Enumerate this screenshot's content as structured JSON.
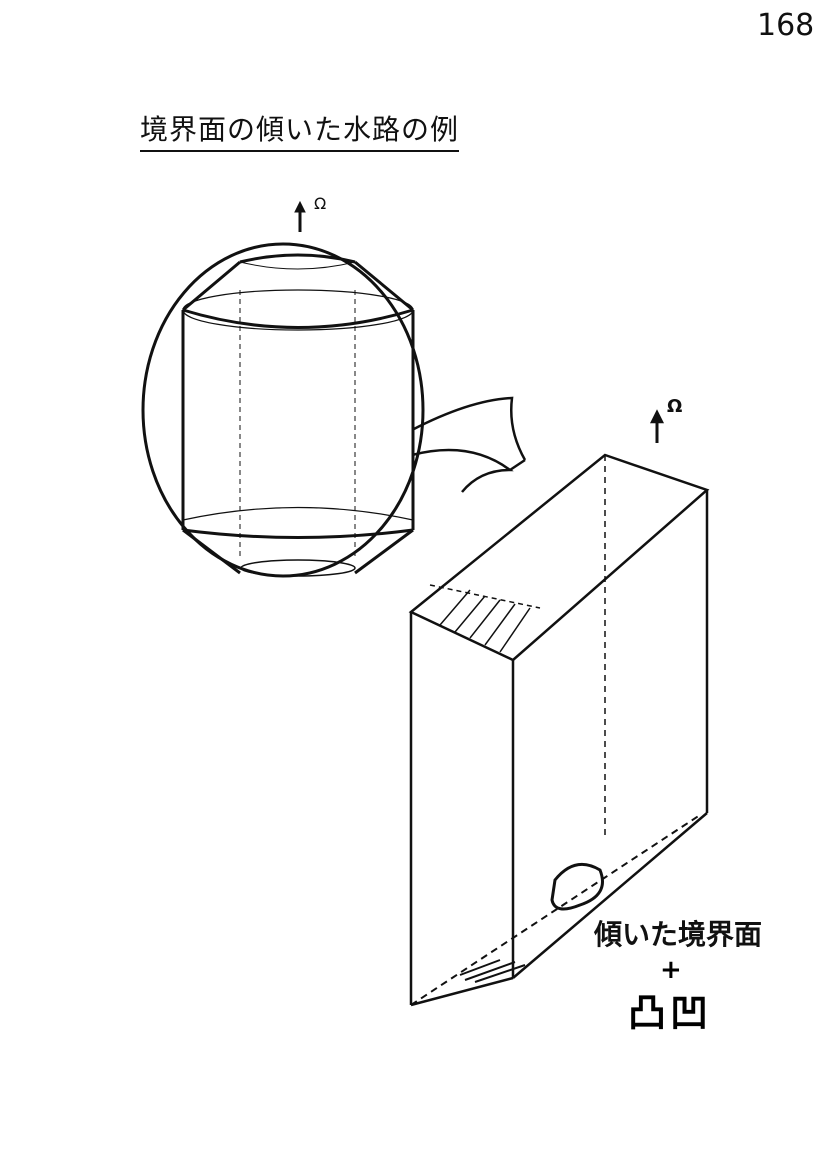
{
  "page_number": "168",
  "title": "境界面の傾いた水路の例",
  "omega_symbol": "Ω",
  "omega_symbol_box": "Ω",
  "annotation": {
    "inclined_boundary": "傾いた境界面",
    "plus": "+",
    "bumps": "凸凹"
  }
}
